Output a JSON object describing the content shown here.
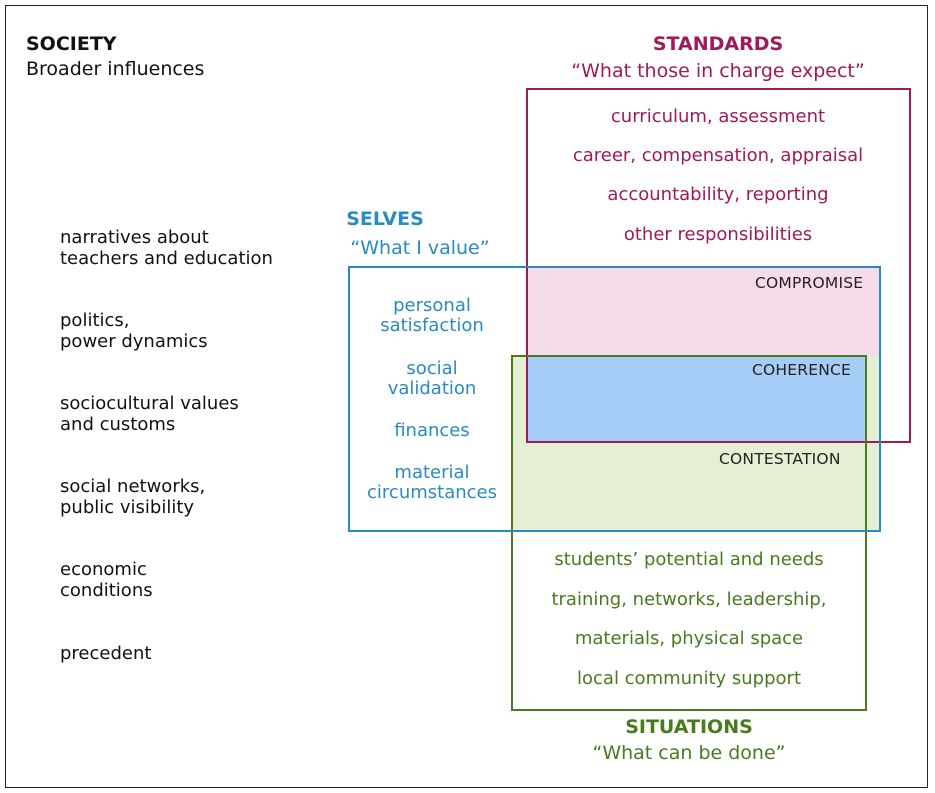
{
  "society": {
    "title": "SOCIETY",
    "subtitle": "Broader influences",
    "items": [
      "narratives about\nteachers and education",
      "politics,\npower dynamics",
      "sociocultural values\nand customs",
      "social networks,\npublic visibility",
      "economic\nconditions",
      "precedent"
    ]
  },
  "standards": {
    "title": "STANDARDS",
    "subtitle": "“What those in charge expect”",
    "items": [
      "curriculum, assessment",
      "career, compensation, appraisal",
      "accountability, reporting",
      "other responsibilities"
    ],
    "color": "#a0195a"
  },
  "selves": {
    "title": "SELVES",
    "subtitle": "“What I value”",
    "items": [
      "personal\nsatisfaction",
      "social\nvalidation",
      "finances",
      "material\ncircumstances"
    ],
    "color": "#2a8bbf"
  },
  "situations": {
    "title": "SITUATIONS",
    "subtitle": "“What can be done”",
    "items": [
      "students’ potential and needs",
      "training, networks, leadership,",
      "materials, physical space",
      "local community support"
    ],
    "color": "#4a7a1e"
  },
  "overlaps": {
    "compromise": "COMPROMISE",
    "coherence": "COHERENCE",
    "contestation": "CONTESTATION"
  }
}
